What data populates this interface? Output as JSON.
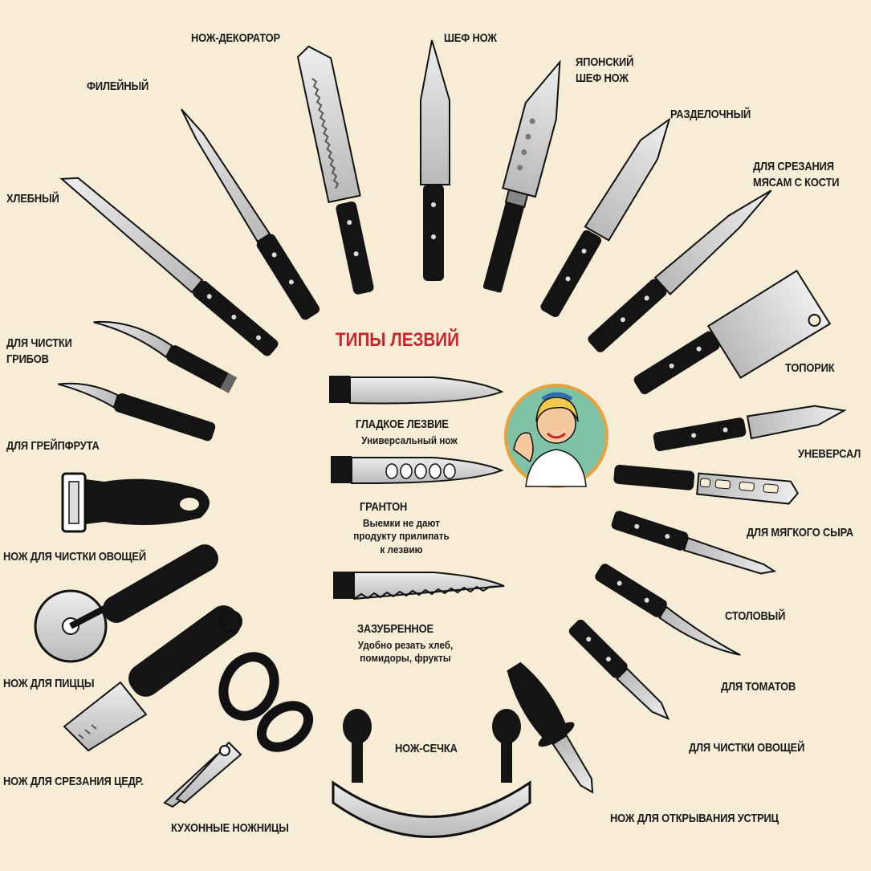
{
  "title": "ТИПЫ ЛЕЗВИЙ",
  "knife_labels": {
    "decorator": "НОЖ-ДЕКОРАТОР",
    "chef": "ШЕФ НОЖ",
    "fillet": "ФИЛЕЙНЫЙ",
    "japanese_chef": "ЯПОНСКИЙ\nШЕФ НОЖ",
    "carving": "РАЗДЕЛОЧНЫЙ",
    "boning": "ДЛЯ СРЕЗАНИЯ\nМЯСАМ С КОСТИ",
    "bread": "ХЛЕБНЫЙ",
    "mushroom": "ДЛЯ ЧИСТКИ\nГРИБОВ",
    "cleaver": "ТОПОРИК",
    "grapefruit": "ДЛЯ ГРЕЙПФРУТА",
    "universal": "УНЕВЕРСАЛ",
    "soft_cheese": "ДЛЯ МЯГКОГО СЫРА",
    "peeler": "НОЖ ДЛЯ ЧИСТКИ ОВОЩЕЙ",
    "table": "СТОЛОВЫЙ",
    "pizza": "НОЖ ДЛЯ ПИЦЦЫ",
    "tomato": "ДЛЯ ТОМАТОВ",
    "paring": "ДЛЯ ЧИСТКИ ОВОЩЕЙ",
    "zester": "НОЖ ДЛЯ СРЕЗАНИЯ ЦЕДР.",
    "mezzaluna": "НОЖ-СЕЧКА",
    "oyster": "НОЖ ДЛЯ ОТКРЫВАНИЯ УСТРИЦ",
    "scissors": "КУХОННЫЕ НОЖНИЦЫ"
  },
  "blade_types": [
    {
      "name": "ГЛАДКОЕ ЛЕЗВИЕ",
      "description": "Универсальный нож"
    },
    {
      "name": "ГРАНТОН",
      "description": "Выемки не дают\nпродукту прилипать\nк лезвию"
    },
    {
      "name": "ЗАЗУБРЕННОЕ",
      "description": "Удобно резать хлеб,\nпомидоры, фрукты"
    }
  ],
  "colors": {
    "background": "#f7ecd6",
    "title": "#c8262c",
    "blade": "#d9d9d9",
    "handle": "#141414",
    "outline": "#111111",
    "avatar_ring": "#e9a23b"
  }
}
